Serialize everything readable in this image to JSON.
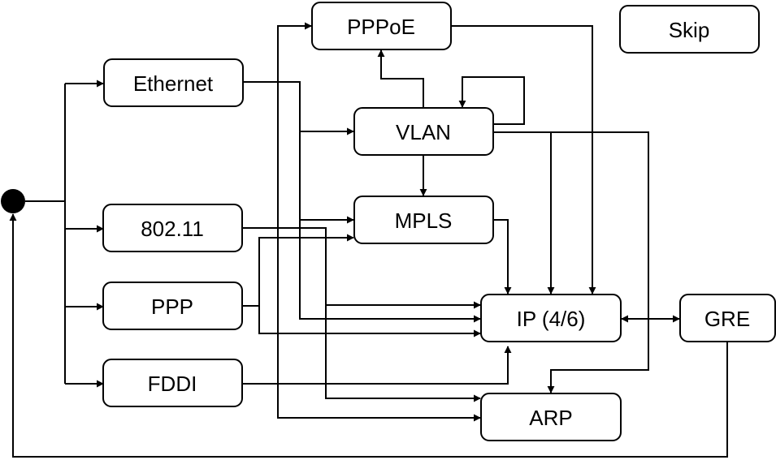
{
  "diagram": {
    "nodes": {
      "pppoe": "PPPoE",
      "skip": "Skip",
      "ethernet": "Ethernet",
      "vlan": "VLAN",
      "wifi": "802.11",
      "mpls": "MPLS",
      "ppp": "PPP",
      "ip": "IP (4/6)",
      "gre": "GRE",
      "fddi": "FDDI",
      "arp": "ARP"
    },
    "edges": [
      [
        "start",
        "ethernet"
      ],
      [
        "start",
        "wifi"
      ],
      [
        "start",
        "ppp"
      ],
      [
        "start",
        "fddi"
      ],
      [
        "ethernet",
        "pppoe"
      ],
      [
        "ethernet",
        "vlan"
      ],
      [
        "ethernet",
        "mpls"
      ],
      [
        "ethernet",
        "ip"
      ],
      [
        "ethernet",
        "arp"
      ],
      [
        "vlan",
        "pppoe"
      ],
      [
        "vlan",
        "vlan"
      ],
      [
        "vlan",
        "mpls"
      ],
      [
        "vlan",
        "ip"
      ],
      [
        "vlan",
        "arp"
      ],
      [
        "pppoe",
        "ip"
      ],
      [
        "wifi",
        "ip"
      ],
      [
        "wifi",
        "arp"
      ],
      [
        "ppp",
        "mpls"
      ],
      [
        "ppp",
        "ip"
      ],
      [
        "mpls",
        "ip"
      ],
      [
        "fddi",
        "ip"
      ],
      [
        "ip",
        "gre"
      ],
      [
        "gre",
        "ip"
      ],
      [
        "gre",
        "start"
      ]
    ]
  }
}
